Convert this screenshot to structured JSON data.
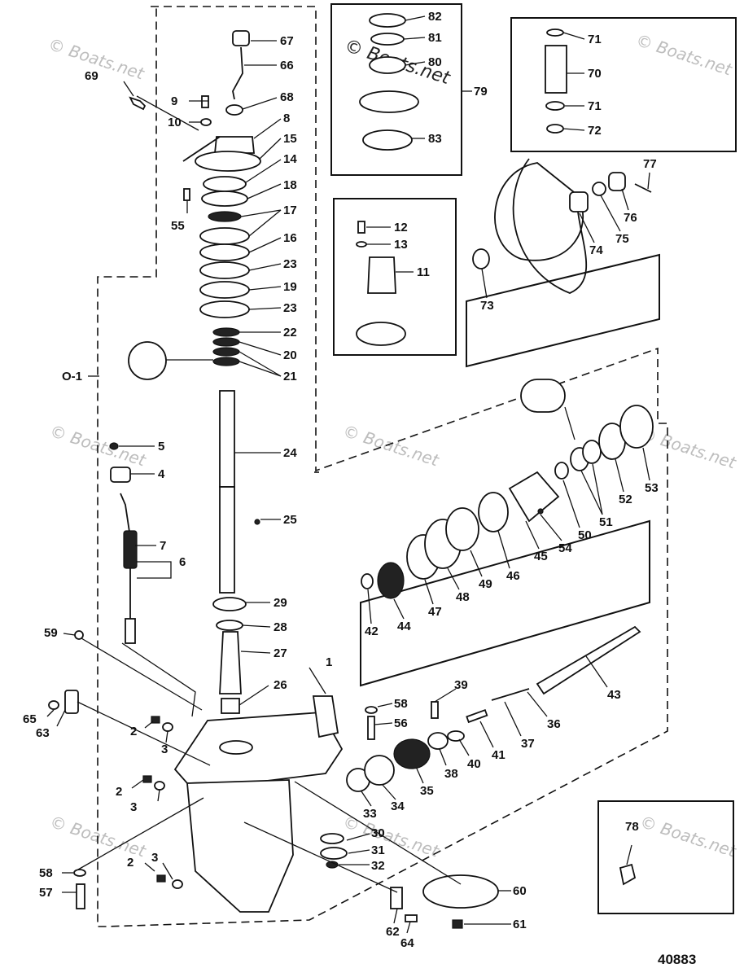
{
  "diagram": {
    "drawing_number": "40883",
    "watermark": "© Boats.net",
    "kit_box_label": "O-1",
    "part_labels": {
      "p1": "1",
      "p2a": "2",
      "p2b": "2",
      "p2c": "2",
      "p3a": "3",
      "p3b": "3",
      "p3c": "3",
      "p4": "4",
      "p5": "5",
      "p6": "6",
      "p7": "7",
      "p8": "8",
      "p9": "9",
      "p10": "10",
      "p11": "11",
      "p12": "12",
      "p13": "13",
      "p14": "14",
      "p15": "15",
      "p16": "16",
      "p17": "17",
      "p18": "18",
      "p19": "19",
      "p20": "20",
      "p21": "21",
      "p22": "22",
      "p23a": "23",
      "p23b": "23",
      "p24": "24",
      "p25": "25",
      "p26": "26",
      "p27": "27",
      "p28": "28",
      "p29": "29",
      "p30": "30",
      "p31": "31",
      "p32": "32",
      "p33": "33",
      "p34": "34",
      "p35": "35",
      "p36": "36",
      "p37": "37",
      "p38": "38",
      "p39": "39",
      "p40": "40",
      "p41": "41",
      "p42": "42",
      "p43": "43",
      "p44": "44",
      "p45": "45",
      "p46": "46",
      "p47": "47",
      "p48": "48",
      "p49": "49",
      "p50": "50",
      "p51": "51",
      "p52": "52",
      "p53": "53",
      "p54": "54",
      "p55": "55",
      "p56": "56",
      "p57": "57",
      "p58a": "58",
      "p58b": "58",
      "p59": "59",
      "p60": "60",
      "p61": "61",
      "p62": "62",
      "p63": "63",
      "p64": "64",
      "p65": "65",
      "p66": "66",
      "p67": "67",
      "p68": "68",
      "p69": "69",
      "p70": "70",
      "p71a": "71",
      "p71b": "71",
      "p72": "72",
      "p73": "73",
      "p74": "74",
      "p75": "75",
      "p76": "76",
      "p77": "77",
      "p78": "78",
      "p79": "79",
      "p80": "80",
      "p81": "81",
      "p82": "82",
      "p83": "83"
    }
  }
}
